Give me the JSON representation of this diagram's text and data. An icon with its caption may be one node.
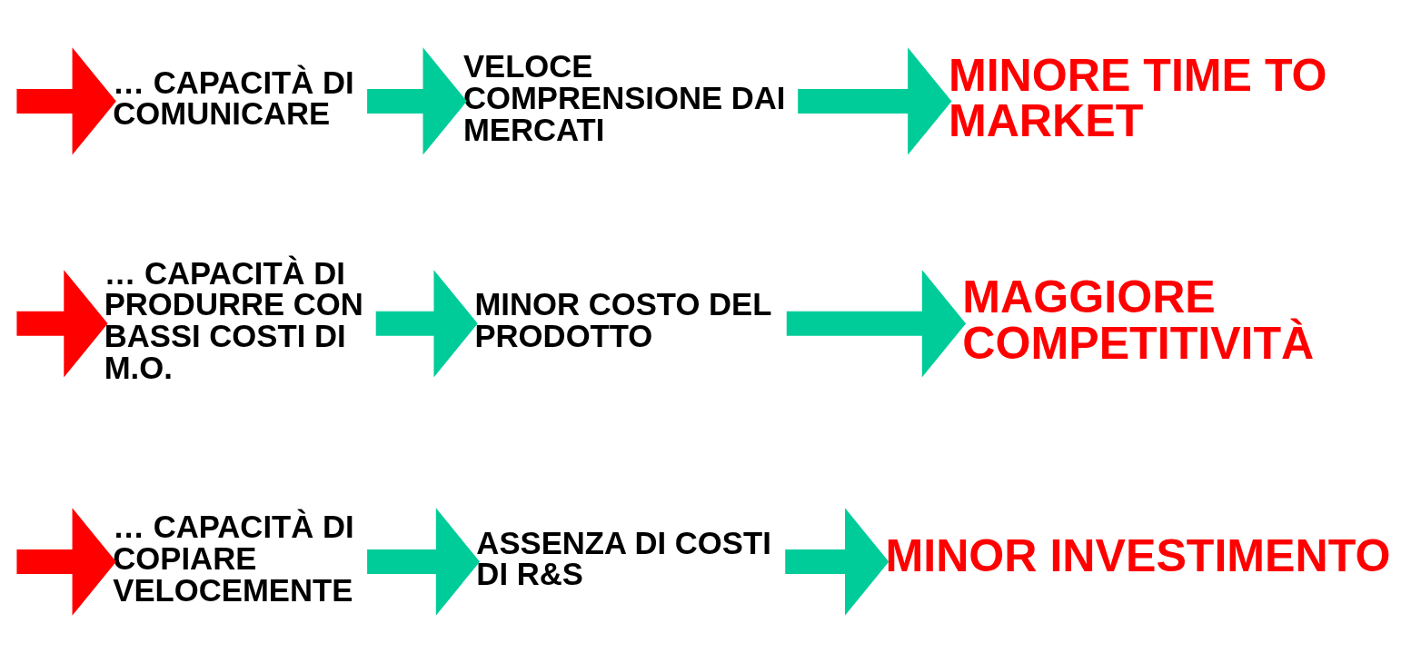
{
  "diagram": {
    "nodes": [
      {
        "text": [
          "… CAPACITÀ DI COPIARE VELOCEMENTE"
        ]
      },
      {
        "text": [
          "ASSENZA DI COSTI DI R&S"
        ]
      },
      {
        "text": [
          "MINOR INVESTIMENTO"
        ]
      },
      {
        "text": [
          "… CAPACITÀ DI PRODURRE CON BASSI COSTI DI M.O."
        ]
      },
      {
        "text": [
          "MINOR COSTO DEL PRODOTTO"
        ]
      },
      {
        "text": [
          "MAGGIORE COMPETITIVITÀ"
        ]
      },
      {
        "text": [
          "… CAPACITÀ DI COMUNICARE"
        ]
      },
      {
        "text": [
          "VELOCE COMPRENSIONE DAI MERCATI"
        ]
      },
      {
        "text": [
          "MINORE TIME TO MARKET"
        ]
      }
    ],
    "edges": [
      {
        "from": null,
        "to": 0,
        "arrow": "to",
        "color": "#ff0000"
      },
      {
        "from": 0,
        "to": 1,
        "arrow": "to"
      },
      {
        "from": 1,
        "to": 2,
        "arrow": "to"
      },
      {
        "from": null,
        "to": 3,
        "arrow": "to",
        "color": "#ff0000"
      },
      {
        "from": 3,
        "to": 4,
        "arrow": "to"
      },
      {
        "from": 4,
        "to": 5,
        "arrow": "to"
      },
      {
        "from": null,
        "to": 6,
        "arrow": "to",
        "color": "#ff0000"
      },
      {
        "from": 6,
        "to": 7,
        "arrow": "to"
      },
      {
        "from": 7,
        "to": 8,
        "arrow": "to"
      }
    ]
  }
}
